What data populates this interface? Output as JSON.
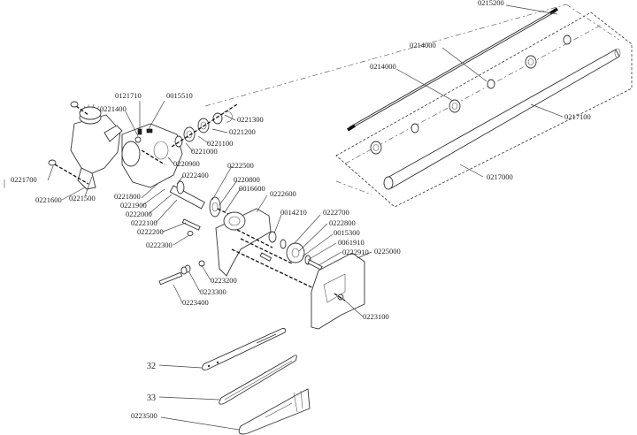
{
  "diagram": {
    "title": "Pole saw attachment exploded parts diagram",
    "edge_marker": "|",
    "labels": {
      "p0215200": "0215200",
      "p0214000a": "0214000",
      "p0214000b": "0214000",
      "p0217100": "0217100",
      "p0217000": "0217000",
      "p0121710": "0121710",
      "p0015510": "0015510",
      "p0221400": "0221400",
      "p0221300": "0221300",
      "p0221200": "0221200",
      "p0221100": "0221100",
      "p0221000": "0221000",
      "p0220900": "0220900",
      "p0222500": "0222500",
      "p0222400": "0222400",
      "p0220800": "0220800",
      "p0016600": "0016600",
      "p0222600": "0222600",
      "p0221700": "0221700",
      "p0221600": "0221600",
      "p0221500": "0221500",
      "p0221800": "0221800",
      "p0221900": "0221900",
      "p0222000": "0222000",
      "p0222100": "0222100",
      "p0222200": "0222200",
      "p0222300": "0222300",
      "p0014210": "0014210",
      "p0222700": "0222700",
      "p0222800": "0222800",
      "p0015300": "0015300",
      "p0061910": "0061910",
      "p0222910": "0222910",
      "p0225000": "0225000",
      "p0223200": "0223200",
      "p0223300": "0223300",
      "p0223400": "0223400",
      "p0223100": "0223100",
      "p32": "32",
      "p33": "33",
      "p0223500": "0223500"
    }
  }
}
